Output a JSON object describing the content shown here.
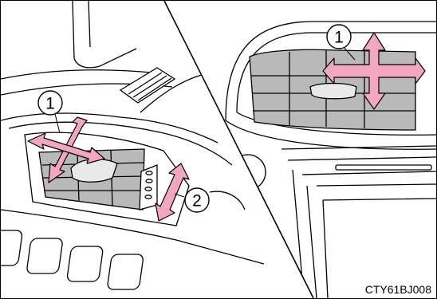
{
  "figure": {
    "code": "CTY61BJ008"
  },
  "callouts": [
    {
      "id": "1",
      "label": "1"
    },
    {
      "id": "2",
      "label": "2"
    },
    {
      "id": "3",
      "label": "1"
    }
  ],
  "colors": {
    "arrow_fill": "#f2a6bf",
    "vent_fill": "#b9b9b9",
    "line": "#000000",
    "background": "#ffffff"
  }
}
